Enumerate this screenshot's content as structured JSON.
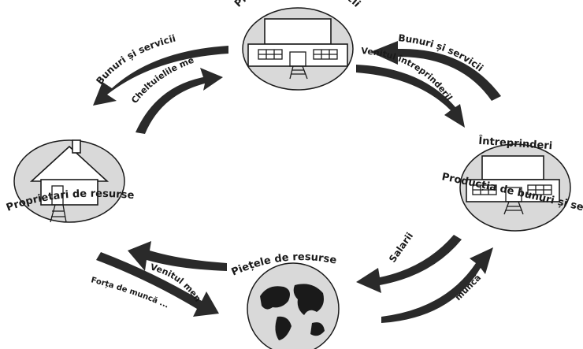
{
  "nodes": {
    "top_market": "Piețele ... ... și servicii",
    "enterprises": "Întreprinderi",
    "production": "Producția de bunuri și servicii",
    "households": "Proprietari de resurse",
    "resource_market": "Piețele de resurse"
  },
  "flows": {
    "goods_left": "Bunuri și servicii",
    "household_spending": "Cheltuielile menajelor",
    "goods_right": "Bunuri și servicii",
    "business_revenue": "Venitul întreprinderilor",
    "household_income": "Venitul menajelor",
    "resources": "Forța de muncă ... resurse",
    "wages": "Salarii",
    "labor_right": "muncă"
  }
}
